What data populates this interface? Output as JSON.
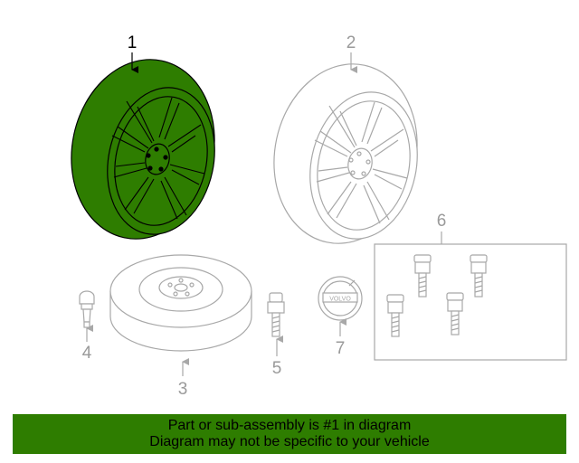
{
  "callouts": [
    {
      "id": "1",
      "label": "1",
      "part": "wheel",
      "highlighted": true
    },
    {
      "id": "2",
      "label": "2",
      "part": "wheel",
      "highlighted": false
    },
    {
      "id": "3",
      "label": "3",
      "part": "spare-wheel",
      "highlighted": false
    },
    {
      "id": "4",
      "label": "4",
      "part": "valve-stem",
      "highlighted": false
    },
    {
      "id": "5",
      "label": "5",
      "part": "wheel-bolt",
      "highlighted": false
    },
    {
      "id": "6",
      "label": "6",
      "part": "locking-bolt-set",
      "highlighted": false
    },
    {
      "id": "7",
      "label": "7",
      "part": "center-cap",
      "highlighted": false
    }
  ],
  "center_cap_text": "VOLVO",
  "banner": {
    "line1": "Part or sub-assembly is #1 in diagram",
    "line2": "Diagram may not be specific to your vehicle"
  },
  "colors": {
    "highlight": "#2e7d00",
    "line_art": "#a8a8a8",
    "banner_bg": "#2e7d00",
    "text_active": "#000000",
    "text_inactive": "#9a9a9a"
  },
  "icons": {
    "wheel": "alloy-wheel-icon",
    "spare": "spare-tire-icon",
    "valve": "valve-stem-icon",
    "bolt": "wheel-bolt-icon",
    "lock_kit": "locking-bolt-kit-icon",
    "cap": "center-cap-icon"
  }
}
